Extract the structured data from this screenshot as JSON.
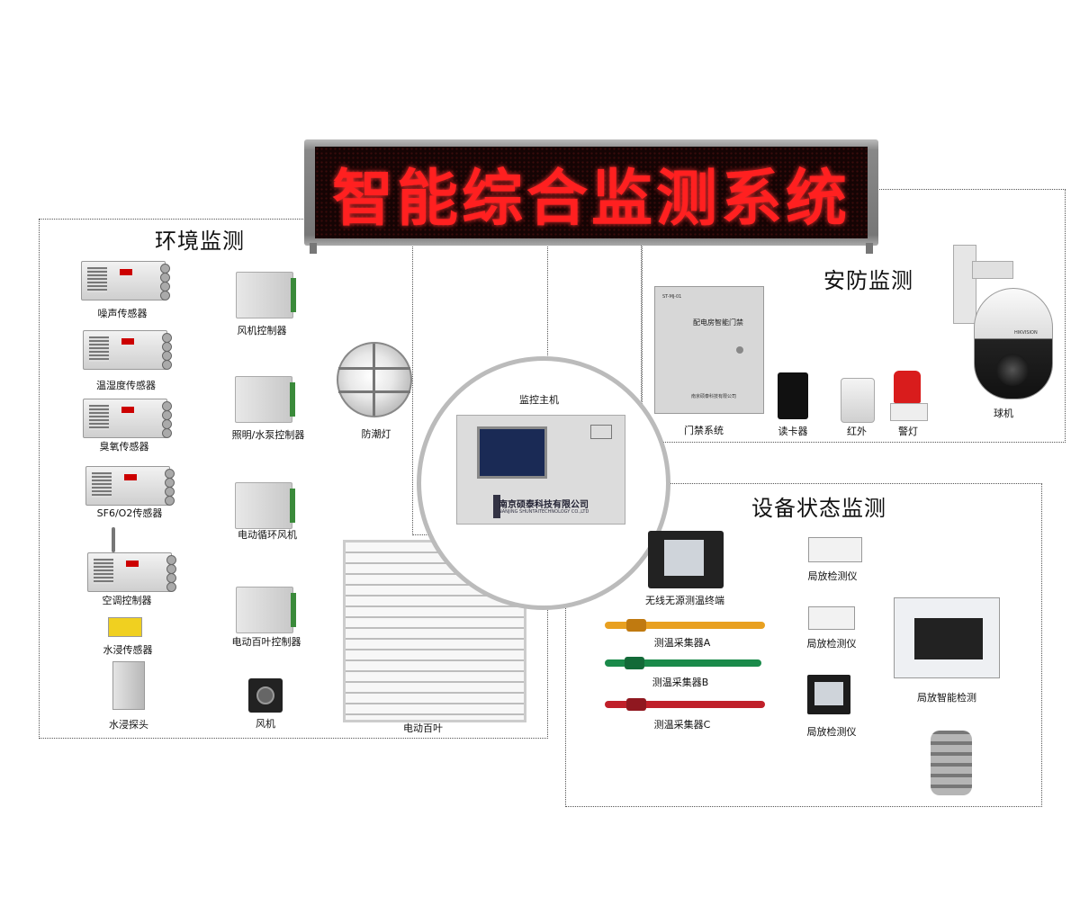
{
  "led_sign": {
    "text": "智能综合监测系统",
    "color": "#ff2020"
  },
  "sections": {
    "env": "环境监测",
    "security": "安防监测",
    "equipment": "设备状态监测"
  },
  "host": {
    "label": "监控主机",
    "brand_cn": "南京硕泰科技有限公司",
    "brand_en": "NANJING SHUNTAITECHNOLOGY CO.,LTD"
  },
  "env_items": {
    "noise": "噪声传感器",
    "temp_humidity": "温湿度传感器",
    "ozone": "臭氧传感器",
    "sf6": "SF6/O2传感器",
    "ac": "空调控制器",
    "water_sensor": "水浸传感器",
    "water_probe": "水浸探头",
    "fan_ctrl": "风机控制器",
    "light_pump_ctrl": "照明/水泵控制器",
    "circ_fan": "电动循环风机",
    "louver_ctrl": "电动百叶控制器",
    "fan": "风机",
    "moisture_lamp": "防潮灯",
    "louver": "电动百叶"
  },
  "security_items": {
    "door_system": "门禁系统",
    "door_panel_title": "配电房智能门禁",
    "door_panel_code": "ST-MJ-01",
    "door_panel_maker": "南京硕泰科技有限公司",
    "card_reader": "读卡器",
    "infrared": "红外",
    "alarm_lamp": "警灯",
    "dome_camera": "球机",
    "camera_brand": "HIKVISION"
  },
  "equipment_items": {
    "wireless_terminal": "无线无源测温终端",
    "collector_a": "测温采集器A",
    "collector_b": "测温采集器B",
    "collector_c": "测温采集器C",
    "pd_detector_1": "局放检测仪",
    "pd_detector_2": "局放检测仪",
    "pd_detector_3": "局放检测仪",
    "pd_smart": "局放智能检测"
  },
  "colors": {
    "strap_a": "#e8a020",
    "strap_b": "#1a8a4a",
    "strap_c": "#c0202a"
  }
}
